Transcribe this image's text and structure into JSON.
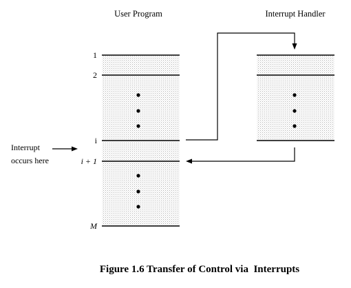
{
  "diagram": {
    "user_program_title": "User Program",
    "interrupt_handler_title": "Interrupt Handler",
    "row_labels": {
      "row1": "1",
      "row2": "2",
      "row_i": "i",
      "row_i1": "i + 1",
      "row_m": "M"
    },
    "interrupt_note_line1": "Interrupt",
    "interrupt_note_line2": "occurs here",
    "caption": "Figure 1.6 Transfer of Control via  Interrupts"
  },
  "colors": {
    "box_fill": "#e6e6e6",
    "stroke": "#000000",
    "background": "#ffffff"
  }
}
